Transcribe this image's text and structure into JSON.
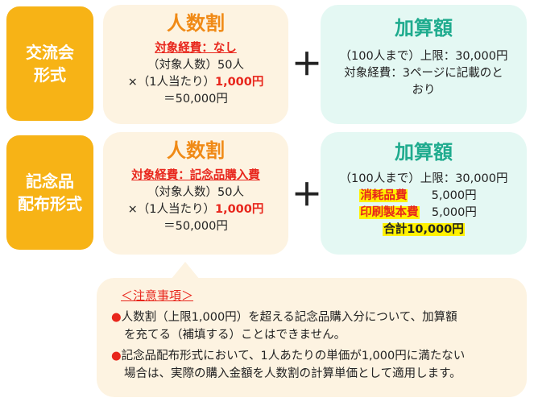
{
  "rows": [
    {
      "label_lines": [
        "交流会",
        "形式"
      ],
      "per_person": {
        "title": "人数割",
        "expense": "対象経費：なし",
        "line1": "（対象人数）50人",
        "line2_prefix": "×（1人当たり）",
        "line2_amount": "1,000円",
        "line3": "＝50,000円"
      },
      "plus": "＋",
      "addition": {
        "title": "加算額",
        "line1": "（100人まで）上限：30,000円",
        "line2": "対象経費：3ページに記載のと",
        "line3": "おり"
      }
    },
    {
      "label_lines": [
        "記念品",
        "配布形式"
      ],
      "per_person": {
        "title": "人数割",
        "expense": "対象経費：記念品購入費",
        "line1": "（対象人数）50人",
        "line2_prefix": "×（1人当たり）",
        "line2_amount": "1,000円",
        "line3": "＝50,000円"
      },
      "plus": "＋",
      "addition": {
        "title": "加算額",
        "line1": "（100人まで）上限：30,000円",
        "item1_name": "消耗品費",
        "item1_amount": "5,000円",
        "item2_name": "印刷製本費",
        "item2_amount": "5,000円",
        "total": "合計10,000円"
      }
    }
  ],
  "note": {
    "title": "＜注意事項＞",
    "bullet_symbol": "●",
    "item1_line1": "人数割（上限1,000円）を超える記念品購入分について、加算額",
    "item1_line2": "を充てる（補填する）ことはできません。",
    "item2_line1": "記念品配布形式において、1人あたりの単価が1,000円に満たない",
    "item2_line2": "場合は、実際の購入金額を人数割の計算単価として適用します。"
  },
  "colors": {
    "label_bg": "#f7b316",
    "per_card_bg": "#fdf3e1",
    "add_card_bg": "#e4f8f3",
    "per_title": "#f08a16",
    "add_title": "#1fab8e",
    "red": "#e8261c",
    "highlight": "#fff100"
  }
}
